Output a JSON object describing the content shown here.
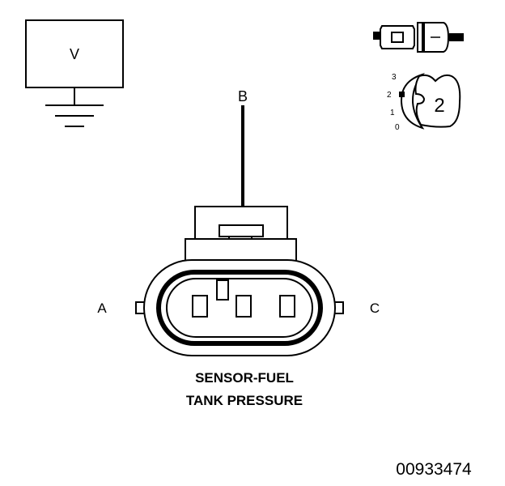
{
  "meter": {
    "label": "V"
  },
  "pins": {
    "a": "A",
    "b": "B",
    "c": "C"
  },
  "inset": {
    "position_number": "2",
    "scale": [
      "3",
      "2",
      "1",
      "0"
    ]
  },
  "caption": {
    "line1": "SENSOR-FUEL",
    "line2": "TANK PRESSURE"
  },
  "figure_id": "00933474"
}
